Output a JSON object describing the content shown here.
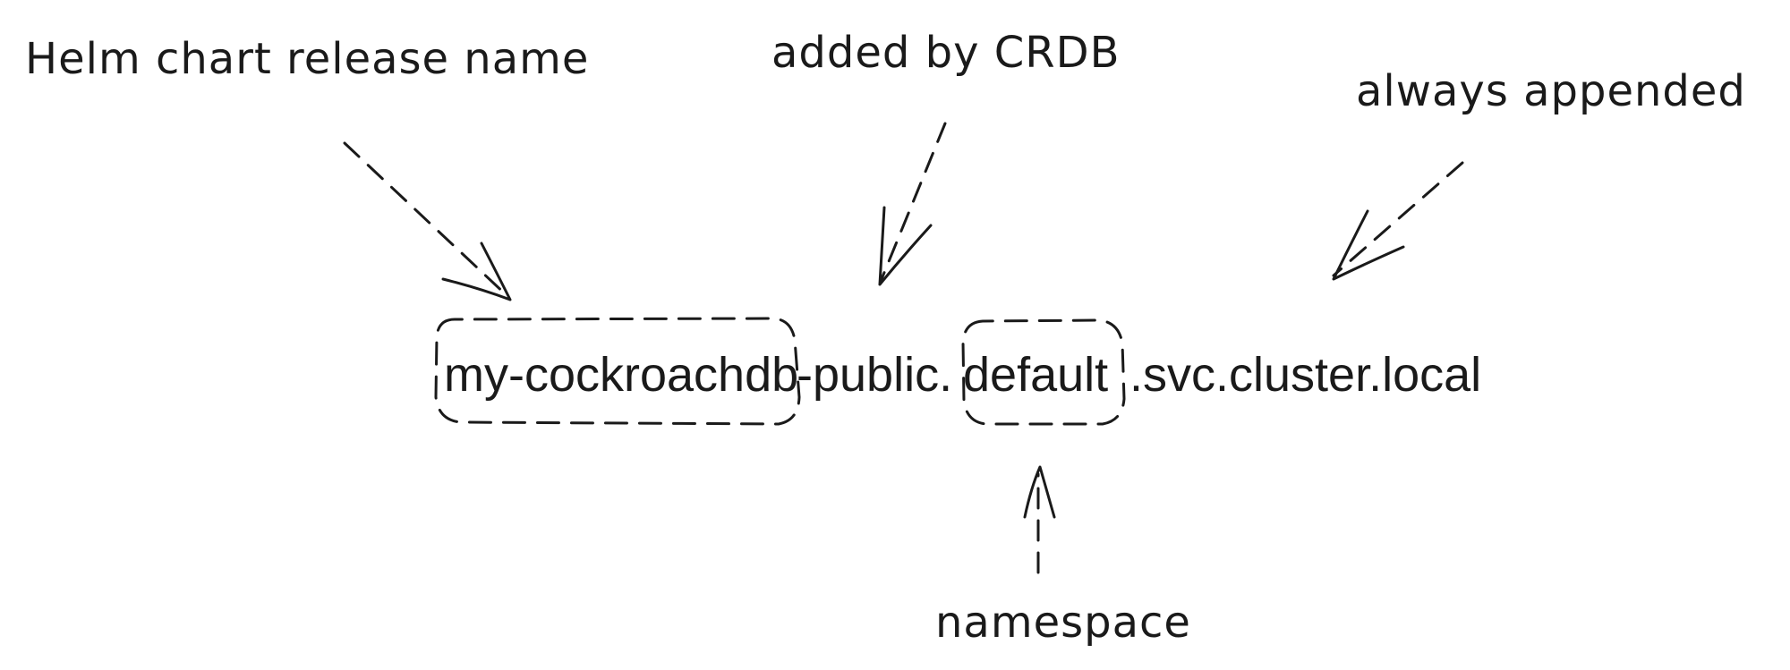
{
  "labels": {
    "release_name": "Helm chart release name",
    "added_by_crdb": "added by CRDB",
    "always_appended": "always appended",
    "namespace": "namespace"
  },
  "hostname": {
    "release": "my-cockroachdb",
    "public_suffix": "-public.",
    "namespace": "default",
    "svc_suffix": ".svc.cluster.local"
  }
}
